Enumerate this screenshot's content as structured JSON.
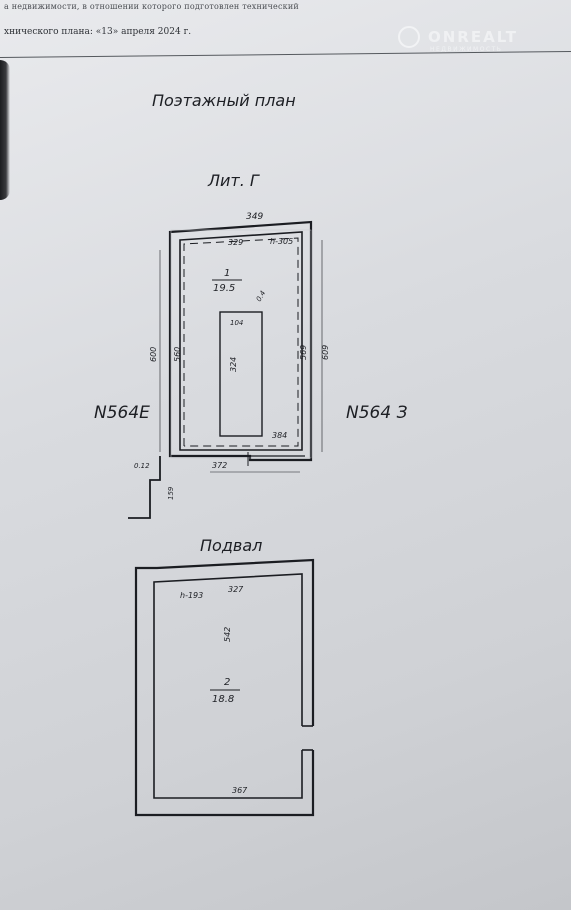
{
  "header": {
    "line1": "а недвижимости, в отношении которого подготовлен технический",
    "line2": "хнического плана: «13» апреля 2024 г."
  },
  "watermark": {
    "brand": "ONREALT",
    "tagline": "НЕДВИЖИМОСТЬ"
  },
  "plan": {
    "title": "Поэтажный план",
    "lit_g": {
      "label": "Лит. Г",
      "dims": {
        "top_outer": "349",
        "top_inner": "329",
        "height_mark": "h-305",
        "left_outer": "600",
        "left_inner": "560",
        "right_inner": "569",
        "right_outer": "609",
        "bottom_inner": "384",
        "bottom_outer": "372",
        "pit_width": "104",
        "pit_length": "324",
        "diag": "0.4",
        "offset": "0.12",
        "step": "159"
      },
      "room": {
        "number": "1",
        "area": "19.5"
      },
      "left_neighbor": "N564Е",
      "right_neighbor": "N564 З"
    },
    "basement": {
      "label": "Подвал",
      "dims": {
        "height_mark": "h-193",
        "top_inner": "327",
        "left_inner": "542",
        "bottom_inner": "367"
      },
      "room": {
        "number": "2",
        "area": "18.8"
      }
    }
  }
}
